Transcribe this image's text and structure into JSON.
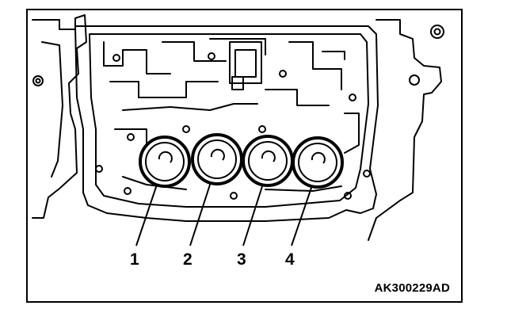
{
  "figure": {
    "callouts": [
      {
        "label": "1"
      },
      {
        "label": "2"
      },
      {
        "label": "3"
      },
      {
        "label": "4"
      }
    ],
    "figure_code": "AK300229AD"
  },
  "colors": {
    "ink": "#000000",
    "paper": "#ffffff"
  }
}
